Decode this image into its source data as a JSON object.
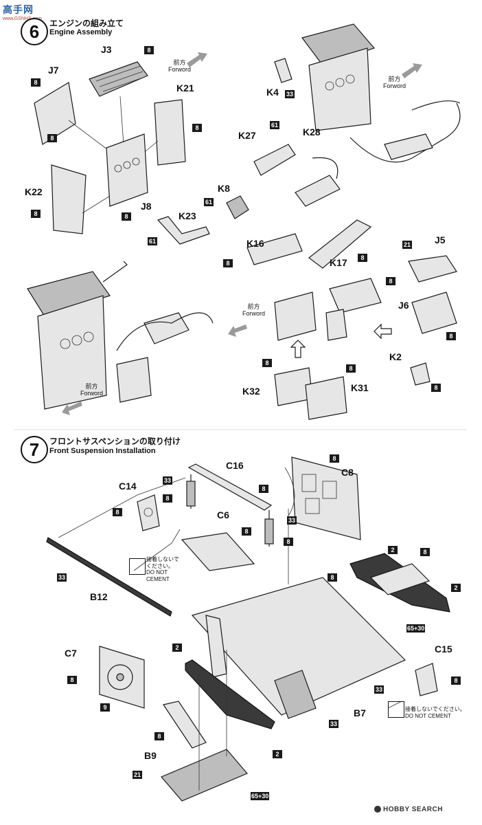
{
  "watermark": {
    "top": "高手网",
    "sub": "www.GSNHS.com"
  },
  "step6": {
    "number": "6",
    "title_ja": "エンジンの組み立て",
    "title_en": "Engine Assembly"
  },
  "step7": {
    "number": "7",
    "title_ja": "フロントサスペンションの取り付け",
    "title_en": "Front Suspension Installation"
  },
  "forward": {
    "ja": "前方",
    "en": "Forword"
  },
  "do_not_cement": {
    "ja_a": "接着しないで",
    "ja_b": "ください。",
    "en_a": "DO NOT",
    "en_b": "CEMENT",
    "ja_long": "接着しないでください。",
    "en_long": "DO NOT CEMENT"
  },
  "step6_parts": {
    "J3": "J3",
    "J7": "J7",
    "K21": "K21",
    "J8": "J8",
    "K22": "K22",
    "K4": "K4",
    "K27": "K27",
    "K28": "K28",
    "K8": "K8",
    "K23": "K23",
    "K16": "K16",
    "K17": "K17",
    "J5": "J5",
    "J6": "J6",
    "K2": "K2",
    "K32": "K32",
    "K31": "K31"
  },
  "step7_parts": {
    "C16": "C16",
    "C8": "C8",
    "C14": "C14",
    "C6": "C6",
    "B12": "B12",
    "C7": "C7",
    "C15": "C15",
    "B7": "B7",
    "B9": "B9"
  },
  "paint_codes": {
    "c8": "8",
    "c9": "9",
    "c61": "61",
    "c33": "33",
    "c21": "21",
    "c2": "2",
    "c65_30": "65+30"
  },
  "footer": {
    "brand": "HOBBY SEARCH"
  }
}
